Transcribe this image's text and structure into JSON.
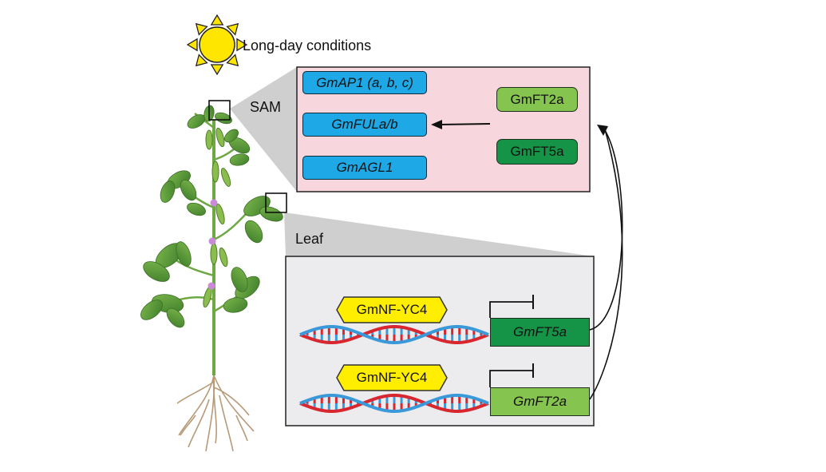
{
  "condition_label": "Long-day conditions",
  "sam_label": "SAM",
  "leaf_label": "Leaf",
  "sam_genes": [
    "GmAP1 (a, b, c)",
    "GmFULa/b",
    "GmAGL1"
  ],
  "sam_proteins": [
    "GmFT2a",
    "GmFT5a"
  ],
  "regulator": "GmNF-YC4",
  "leaf_genes": [
    "GmFT5a",
    "GmFT2a"
  ],
  "colors": {
    "sam_panel": "#f7d6de",
    "leaf_panel": "#ececef",
    "gene_blue": "#1ea8e6",
    "ft2a_green": "#86c450",
    "ft5a_green": "#159447",
    "regulator_yellow": "#ffee00",
    "sun_yellow": "#ffe600",
    "dna_red": "#d8272e",
    "dna_blue": "#3a9ad9"
  }
}
